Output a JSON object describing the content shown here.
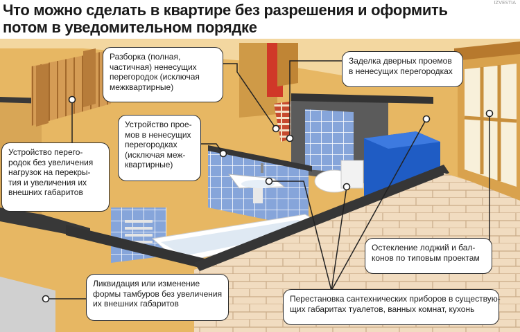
{
  "title": {
    "line1": "Что можно сделать в квартире без разрешения и оформить",
    "line2": "потом в уведомительном порядке"
  },
  "watermark": "IZVESTIA",
  "callouts": {
    "dismantling": [
      "Разборка (полная,",
      "частичная) ненесущих",
      "перегородок (исключая",
      "межквартирные)"
    ],
    "door_sealing": [
      "Заделка дверных проемов",
      "в ненесущих перегородках"
    ],
    "openings": [
      "Устройство прое-",
      "мов в ненесущих",
      "перегородках",
      "(исключая меж-",
      "квартирные)"
    ],
    "partitions": [
      "Устройство перего-",
      "родок без увеличения",
      "нагрузок на перекры-",
      "тия и увеличения их",
      "внешних габаритов"
    ],
    "glazing": [
      "Остекление лоджий и бал-",
      "конов по типовым проектам"
    ],
    "vestibules": [
      "Ликвидация или изменение",
      "формы тамбуров без увеличения",
      "их внешних габаритов"
    ],
    "plumbing": [
      "Перестановка сантехнических приборов в существую-",
      "щих габаритах туалетов, ванных комнат, кухонь"
    ]
  },
  "colors": {
    "floor": "#e8b965",
    "floor_dark": "#d9a24d",
    "wall_top": "#3a3a3a",
    "brick": "#f1dcc0",
    "tile": "#7f9fd6",
    "fence": "#d49b52",
    "red_wall": "#d23a2a",
    "blue_shower": "#1f5cc4"
  }
}
